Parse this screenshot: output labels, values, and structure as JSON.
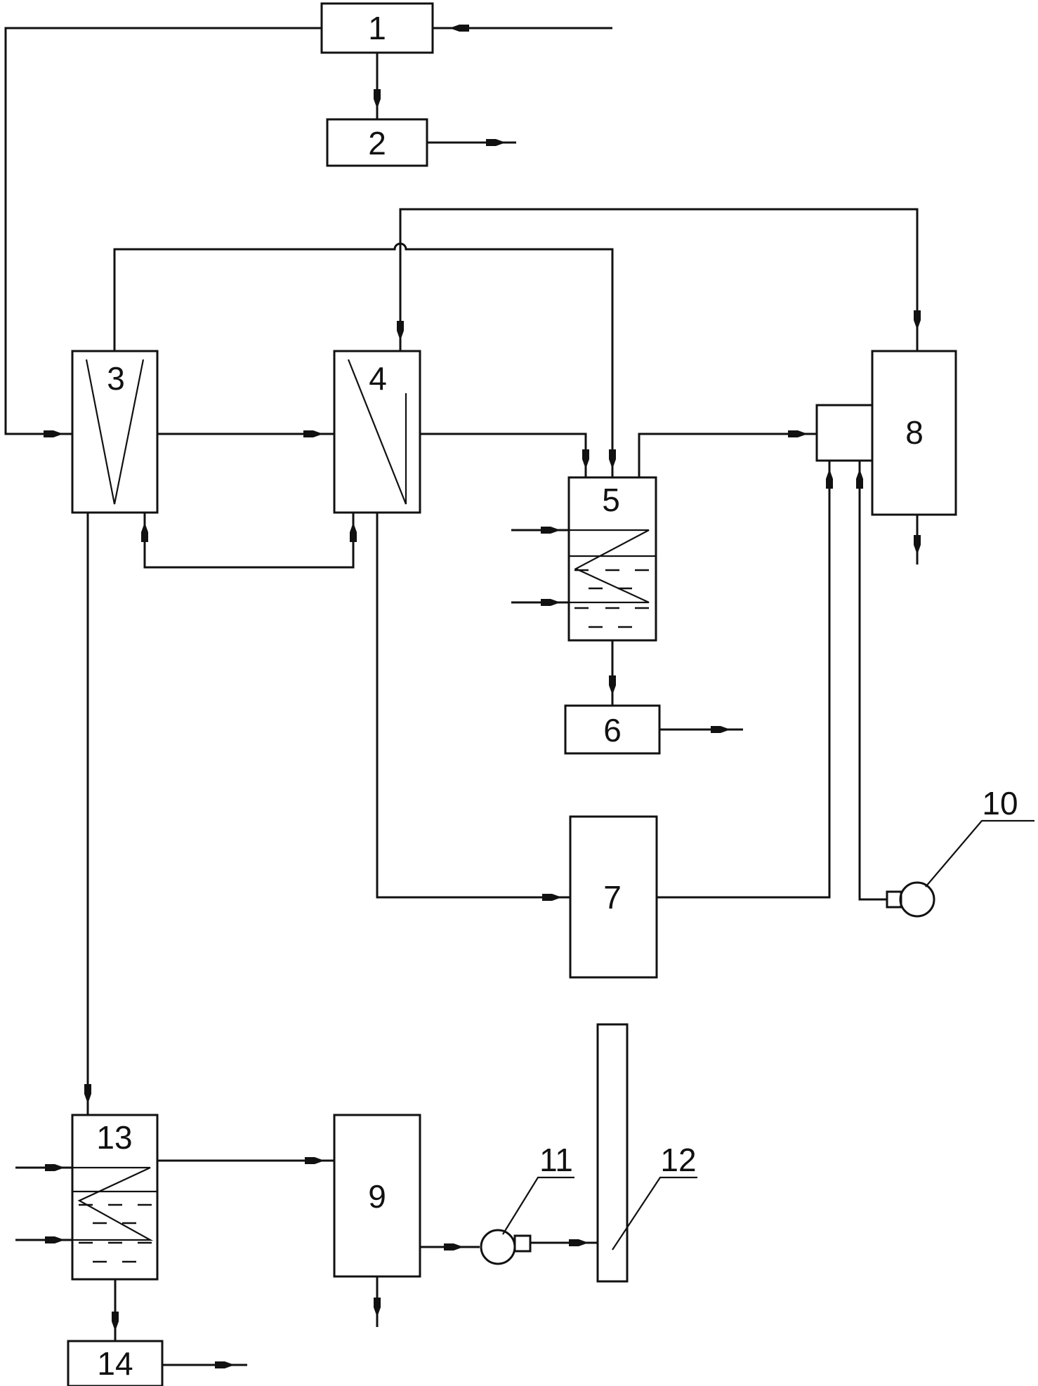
{
  "labels": {
    "u1": "1",
    "u2": "2",
    "u3": "3",
    "u4": "4",
    "u5": "5",
    "u6": "6",
    "u7": "7",
    "u8": "8",
    "u9": "9",
    "u10": "10",
    "u11": "11",
    "u12": "12",
    "u13": "13",
    "u14": "14"
  }
}
